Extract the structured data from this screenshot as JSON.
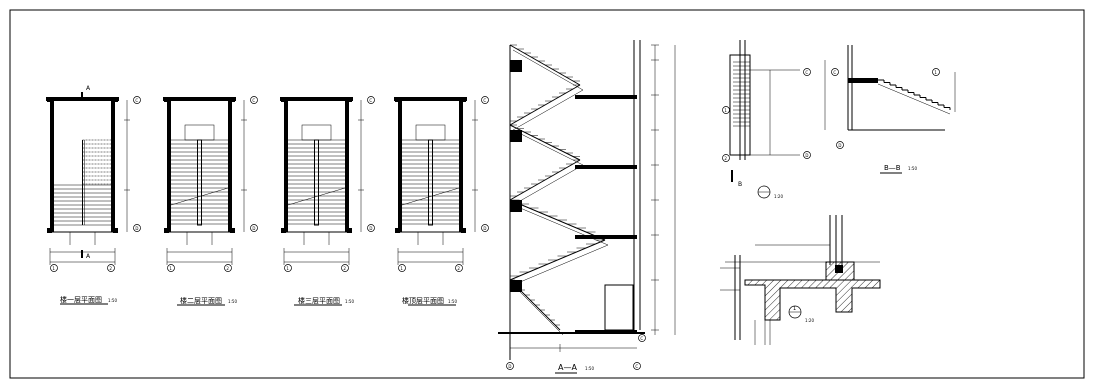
{
  "drawing": {
    "section_markers": {
      "a_top": "A",
      "a_bottom": "A",
      "b": "B"
    },
    "axis_labels": {
      "c": "C",
      "d": "D",
      "one": "1",
      "two": "2"
    },
    "plans": [
      {
        "title": "楼一层平面图",
        "scale": "1:50"
      },
      {
        "title": "楼二层平面图",
        "scale": "1:50"
      },
      {
        "title": "楼三层平面图",
        "scale": "1:50"
      },
      {
        "title": "楼顶层平面图",
        "scale": "1:50"
      }
    ],
    "section_aa": {
      "title": "A—A",
      "scale": "1:50"
    },
    "section_bb": {
      "title": "B—B",
      "scale": "1:50"
    },
    "detail": {
      "number": "1",
      "scale": "1:20"
    }
  }
}
